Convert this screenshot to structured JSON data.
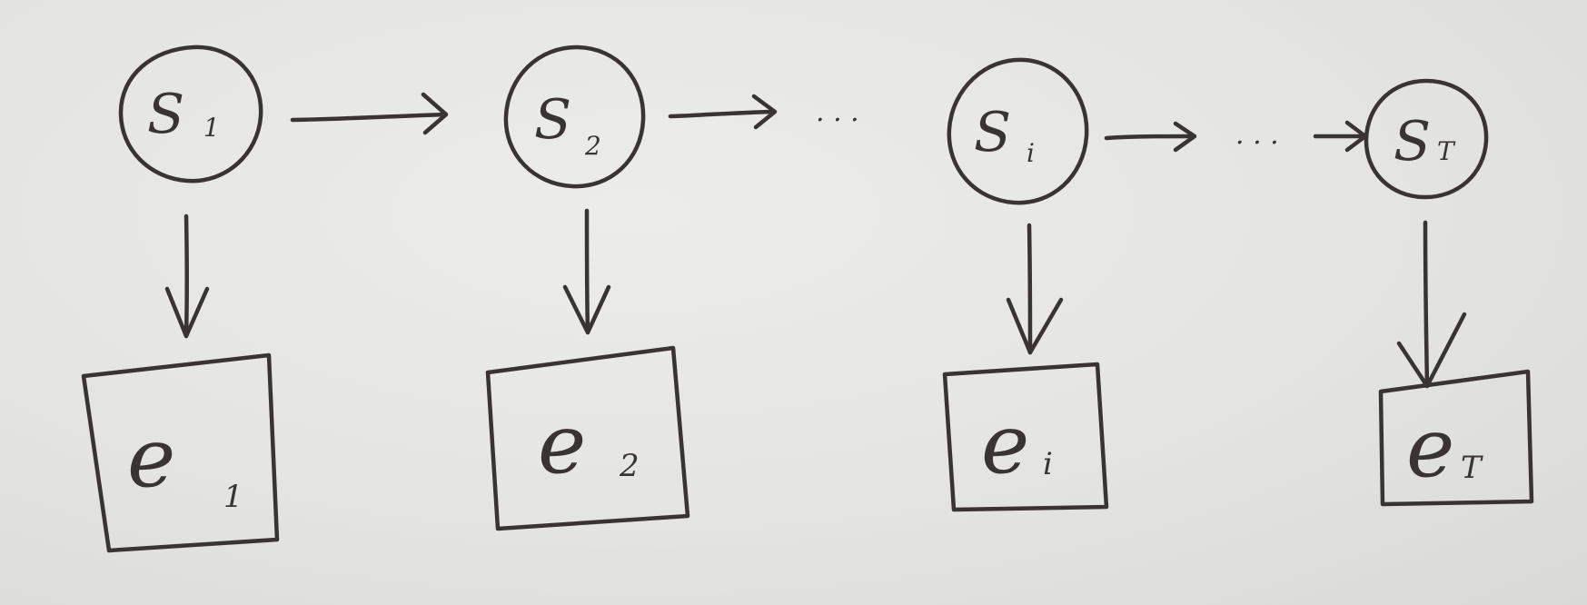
{
  "state_nodes": [
    {
      "letter": "S",
      "sub": "1"
    },
    {
      "letter": "S",
      "sub": "2"
    },
    {
      "letter": "S",
      "sub": "i"
    },
    {
      "letter": "S",
      "sub": "T"
    }
  ],
  "evidence_nodes": [
    {
      "letter": "e",
      "sub": "1"
    },
    {
      "letter": "e",
      "sub": "2"
    },
    {
      "letter": "e",
      "sub": "i"
    },
    {
      "letter": "e",
      "sub": "T"
    }
  ],
  "ellipsis": ". . ."
}
